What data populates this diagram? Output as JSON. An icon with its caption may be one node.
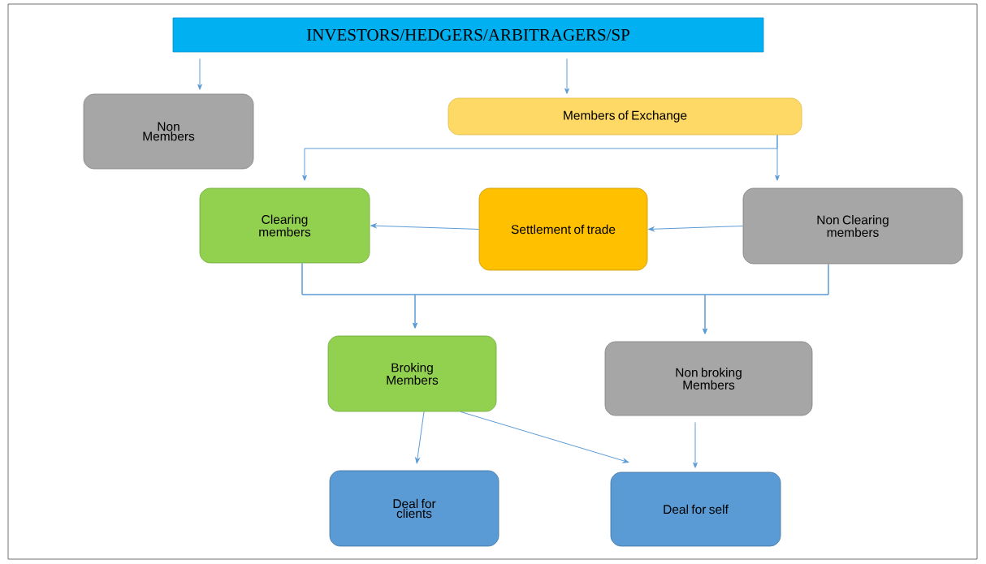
{
  "diagram": {
    "nodes": [
      {
        "text": [
          "INVESTORS/HEDGERS/ARBITRAGERS/SP"
        ]
      },
      {
        "text": [
          "Non Members"
        ]
      },
      {
        "text": [
          "Members of Exchange"
        ]
      },
      {
        "text": [
          "Clearing members"
        ]
      },
      {
        "text": [
          "Settlement of trade"
        ]
      },
      {
        "text": [
          "Non Clearing members"
        ]
      },
      {
        "text": [
          "Broking Members"
        ]
      },
      {
        "text": [
          "Non broking Members"
        ]
      },
      {
        "text": [
          "Deal for clients"
        ]
      },
      {
        "text": [
          "Deal for self"
        ]
      }
    ],
    "edges": [
      {
        "from": 0,
        "to": 1,
        "arrow": "to"
      },
      {
        "from": 0,
        "to": 2,
        "arrow": "to"
      },
      {
        "from": 2,
        "to": 3,
        "arrow": "to"
      },
      {
        "from": 2,
        "to": 5,
        "arrow": "to"
      },
      {
        "from": 5,
        "to": 4,
        "arrow": "to"
      },
      {
        "from": 4,
        "to": 3,
        "arrow": "to"
      },
      {
        "from": 3,
        "to": 6,
        "arrow": "to"
      },
      {
        "from": 3,
        "to": 7,
        "arrow": "to"
      },
      {
        "from": 5,
        "to": 6,
        "arrow": "to"
      },
      {
        "from": 5,
        "to": 7,
        "arrow": "to"
      },
      {
        "from": 6,
        "to": 8,
        "arrow": "to"
      },
      {
        "from": 6,
        "to": 9,
        "arrow": "to"
      },
      {
        "from": 7,
        "to": 9,
        "arrow": "to"
      }
    ]
  }
}
